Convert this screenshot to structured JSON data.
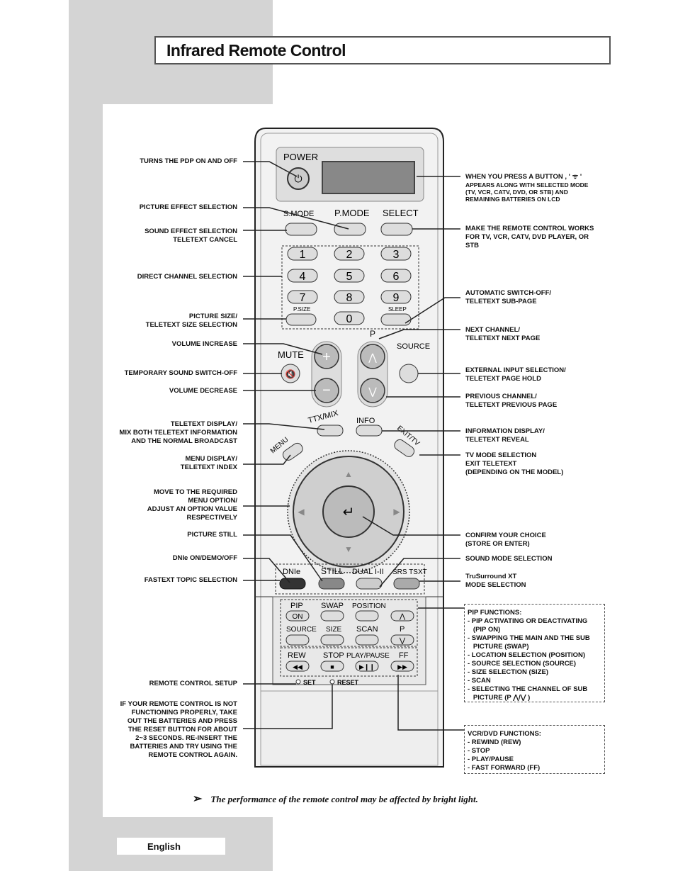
{
  "title": "Infrared Remote Control",
  "note": "The performance of the remote control may be affected by bright light.",
  "language": "English",
  "remote": {
    "power": "POWER",
    "smode": "S.MODE",
    "pmode": "P.MODE",
    "select": "SELECT",
    "digits": [
      "1",
      "2",
      "3",
      "4",
      "5",
      "6",
      "7",
      "8",
      "9",
      "0"
    ],
    "psize": "P.SIZE",
    "sleep": "SLEEP",
    "p": "P",
    "mute": "MUTE",
    "source": "SOURCE",
    "ttx": "TTX/MIX",
    "info": "INFO",
    "exit": "EXIT/TV",
    "menu": "MENU",
    "dnie": "DNIe",
    "still": "STILL",
    "dual": "DUAL I-II",
    "srs": "SRS TSXT",
    "pip": "PIP",
    "on": "ON",
    "swap": "SWAP",
    "position": "POSITION",
    "source2": "SOURCE",
    "size": "SIZE",
    "scan": "SCAN",
    "p2": "P",
    "rew": "REW",
    "stop": "STOP",
    "playpause": "PLAY/PAUSE",
    "ff": "FF",
    "set": "SET",
    "reset": "RESET"
  },
  "left_labels": [
    [
      "TURNS THE PDP ON AND OFF"
    ],
    [
      "PICTURE EFFECT SELECTION"
    ],
    [
      "SOUND EFFECT SELECTION",
      "TELETEXT CANCEL"
    ],
    [
      "DIRECT CHANNEL SELECTION"
    ],
    [
      "PICTURE SIZE/",
      "TELETEXT SIZE SELECTION"
    ],
    [
      "VOLUME INCREASE"
    ],
    [
      "TEMPORARY SOUND SWITCH-OFF"
    ],
    [
      "VOLUME DECREASE"
    ],
    [
      "TELETEXT DISPLAY/",
      "MIX BOTH TELETEXT INFORMATION",
      "AND THE NORMAL BROADCAST"
    ],
    [
      "MENU DISPLAY/",
      "TELETEXT INDEX"
    ],
    [
      "MOVE TO THE REQUIRED",
      "MENU OPTION/",
      "ADJUST AN OPTION VALUE",
      "RESPECTIVELY"
    ],
    [
      "PICTURE STILL"
    ],
    [
      "DNIe ON/DEMO/OFF"
    ],
    [
      "FASTEXT TOPIC SELECTION"
    ],
    [
      "REMOTE CONTROL SETUP"
    ],
    [
      "IF YOUR REMOTE CONTROL IS NOT",
      "FUNCTIONING PROPERLY, TAKE",
      "OUT THE BATTERIES AND PRESS",
      "THE RESET BUTTON FOR ABOUT",
      "2~3 SECONDS. RE-INSERT THE",
      "BATTERIES AND TRY  USING THE",
      "REMOTE CONTROL AGAIN."
    ]
  ],
  "right_labels": [
    [
      "WHEN YOU PRESS A BUTTON , ' ᯤ '",
      "APPEARS ALONG WITH SELECTED MODE",
      "(TV, VCR, CATV, DVD, OR STB) AND",
      "REMAINING BATTERIES ON LCD"
    ],
    [
      "MAKE THE REMOTE CONTROL WORKS",
      "FOR TV, VCR, CATV, DVD PLAYER, OR",
      "STB"
    ],
    [
      "AUTOMATIC SWITCH-OFF/",
      "TELETEXT SUB-PAGE"
    ],
    [
      "NEXT CHANNEL/",
      "TELETEXT NEXT PAGE"
    ],
    [
      "EXTERNAL INPUT SELECTION/",
      "TELETEXT PAGE HOLD"
    ],
    [
      "PREVIOUS CHANNEL/",
      "TELETEXT PREVIOUS PAGE"
    ],
    [
      "INFORMATION DISPLAY/",
      "TELETEXT REVEAL"
    ],
    [
      "TV MODE SELECTION",
      "EXIT TELETEXT",
      "(DEPENDING ON THE MODEL)"
    ],
    [
      "CONFIRM YOUR CHOICE",
      "(STORE OR ENTER)"
    ],
    [
      "SOUND MODE SELECTION"
    ],
    [
      "TruSurround XT",
      "MODE SELECTION"
    ]
  ],
  "pip_functions": [
    "PIP FUNCTIONS:",
    "- PIP ACTIVATING OR DEACTIVATING",
    "   (PIP ON)",
    "- SWAPPING THE MAIN AND THE SUB",
    "   PICTURE (SWAP)",
    "- LOCATION SELECTION (POSITION)",
    "- SOURCE SELECTION (SOURCE)",
    "- SIZE SELECTION (SIZE)",
    "- SCAN",
    "- SELECTING THE CHANNEL OF SUB",
    "   PICTURE (P ⋀/⋁ )"
  ],
  "vcr_functions": [
    "VCR/DVD FUNCTIONS:",
    "- REWIND (REW)",
    "- STOP",
    "- PLAY/PAUSE",
    "- FAST FORWARD (FF)"
  ]
}
